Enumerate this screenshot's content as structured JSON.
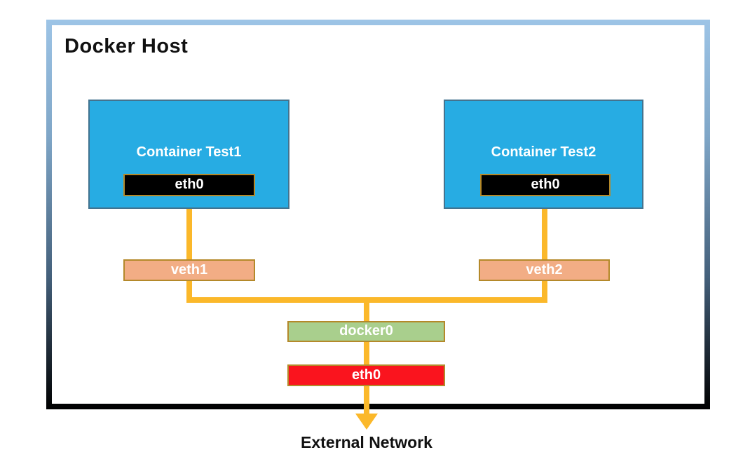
{
  "title": "Docker Host",
  "containers": [
    {
      "name": "Container Test1",
      "iface": "eth0"
    },
    {
      "name": "Container Test2",
      "iface": "eth0"
    }
  ],
  "veths": [
    {
      "label": "veth1"
    },
    {
      "label": "veth2"
    }
  ],
  "bridge": {
    "label": "docker0"
  },
  "host_iface": {
    "label": "eth0"
  },
  "external": {
    "label": "External Network"
  },
  "colors": {
    "container-fill": "#27ACE3",
    "container-border": "#43738F",
    "iface-fill": "#000000",
    "gold-border": "#B4892A",
    "veth-fill": "#F2AD85",
    "bridge-fill": "#A9CF8D",
    "host-iface-fill": "#FA141E",
    "line": "#FBB82A",
    "frame-top": "#9DC4E6",
    "frame-bottom": "#000000"
  }
}
